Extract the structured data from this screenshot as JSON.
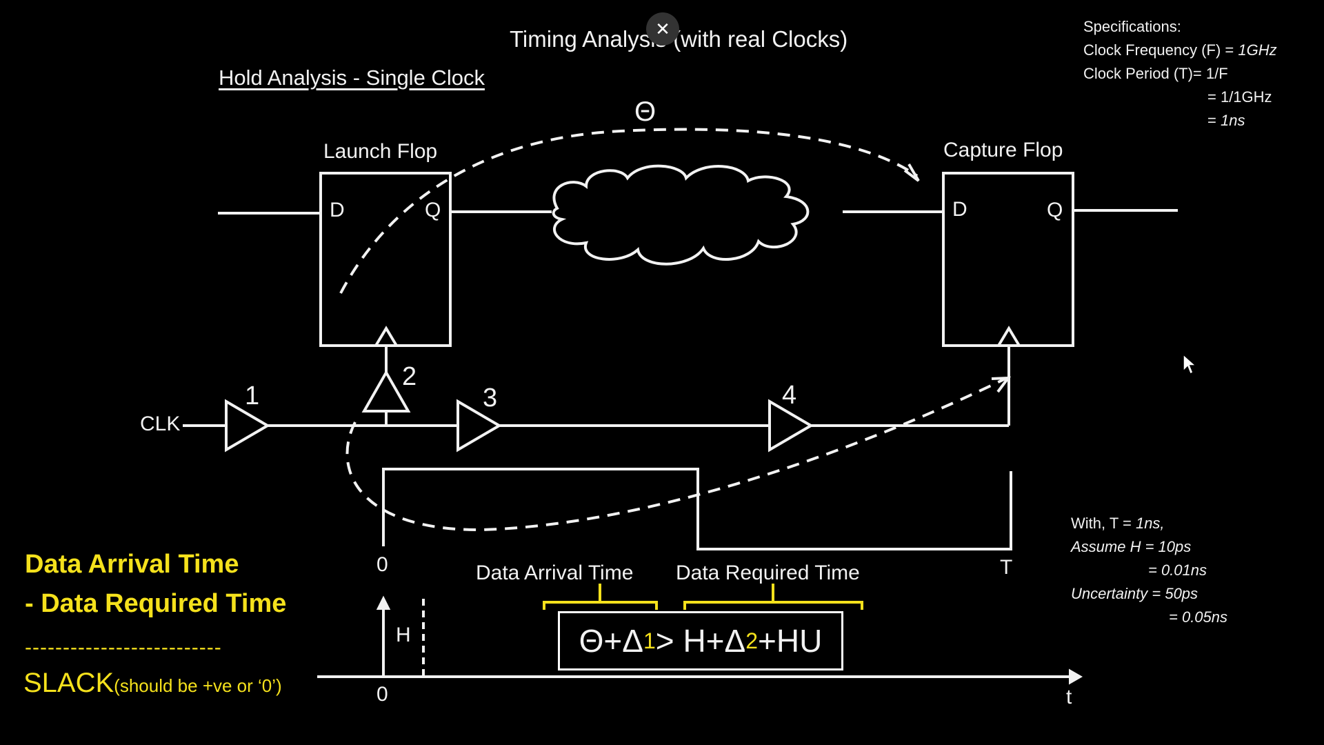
{
  "header": {
    "title": "Timing Analysis (with real Clocks)",
    "subtitle": "Hold Analysis - Single Clock"
  },
  "close_button": {
    "icon": "close-icon",
    "glyph": "✕"
  },
  "specifications": {
    "heading": "Specifications:",
    "freq_label": "Clock Frequency (F) = ",
    "freq_value": "1GHz",
    "period_label": "Clock Period (T)= 1/F",
    "period_step": "= 1/1GHz",
    "period_value_prefix": "= ",
    "period_value": "1ns"
  },
  "diagram": {
    "theta": "Θ",
    "launch_flop": {
      "label": "Launch Flop",
      "d": "D",
      "q": "Q"
    },
    "capture_flop": {
      "label": "Capture Flop",
      "d": "D",
      "q": "Q"
    },
    "clk": "CLK",
    "buffers": [
      "1",
      "2",
      "3",
      "4"
    ],
    "waveform": {
      "zero": "0",
      "end": "T"
    },
    "data_arrival_label": "Data Arrival Time",
    "data_required_label": "Data Required Time",
    "axis": {
      "zero": "0",
      "t": "t",
      "h": "H"
    }
  },
  "equation": {
    "theta": "Θ+Δ",
    "sub1": "1",
    "mid": " > H+Δ",
    "sub2": "2",
    "end": "+HU"
  },
  "slack_calc": {
    "line1": "Data Arrival Time",
    "line2": "-   Data Required Time",
    "divider": "--------------------------",
    "slack": "SLACK",
    "slack_note": "(should be +ve or ‘0’)"
  },
  "assumptions": {
    "line1_prefix": "With, T = ",
    "line1_value": "1ns,",
    "line2": "Assume H = 10ps",
    "line3": "= 0.01ns",
    "line4": "Uncertainty = 50ps",
    "line5": "= 0.05ns"
  },
  "colors": {
    "background": "#000000",
    "foreground": "#ffffff",
    "highlight": "#f5e11c"
  }
}
